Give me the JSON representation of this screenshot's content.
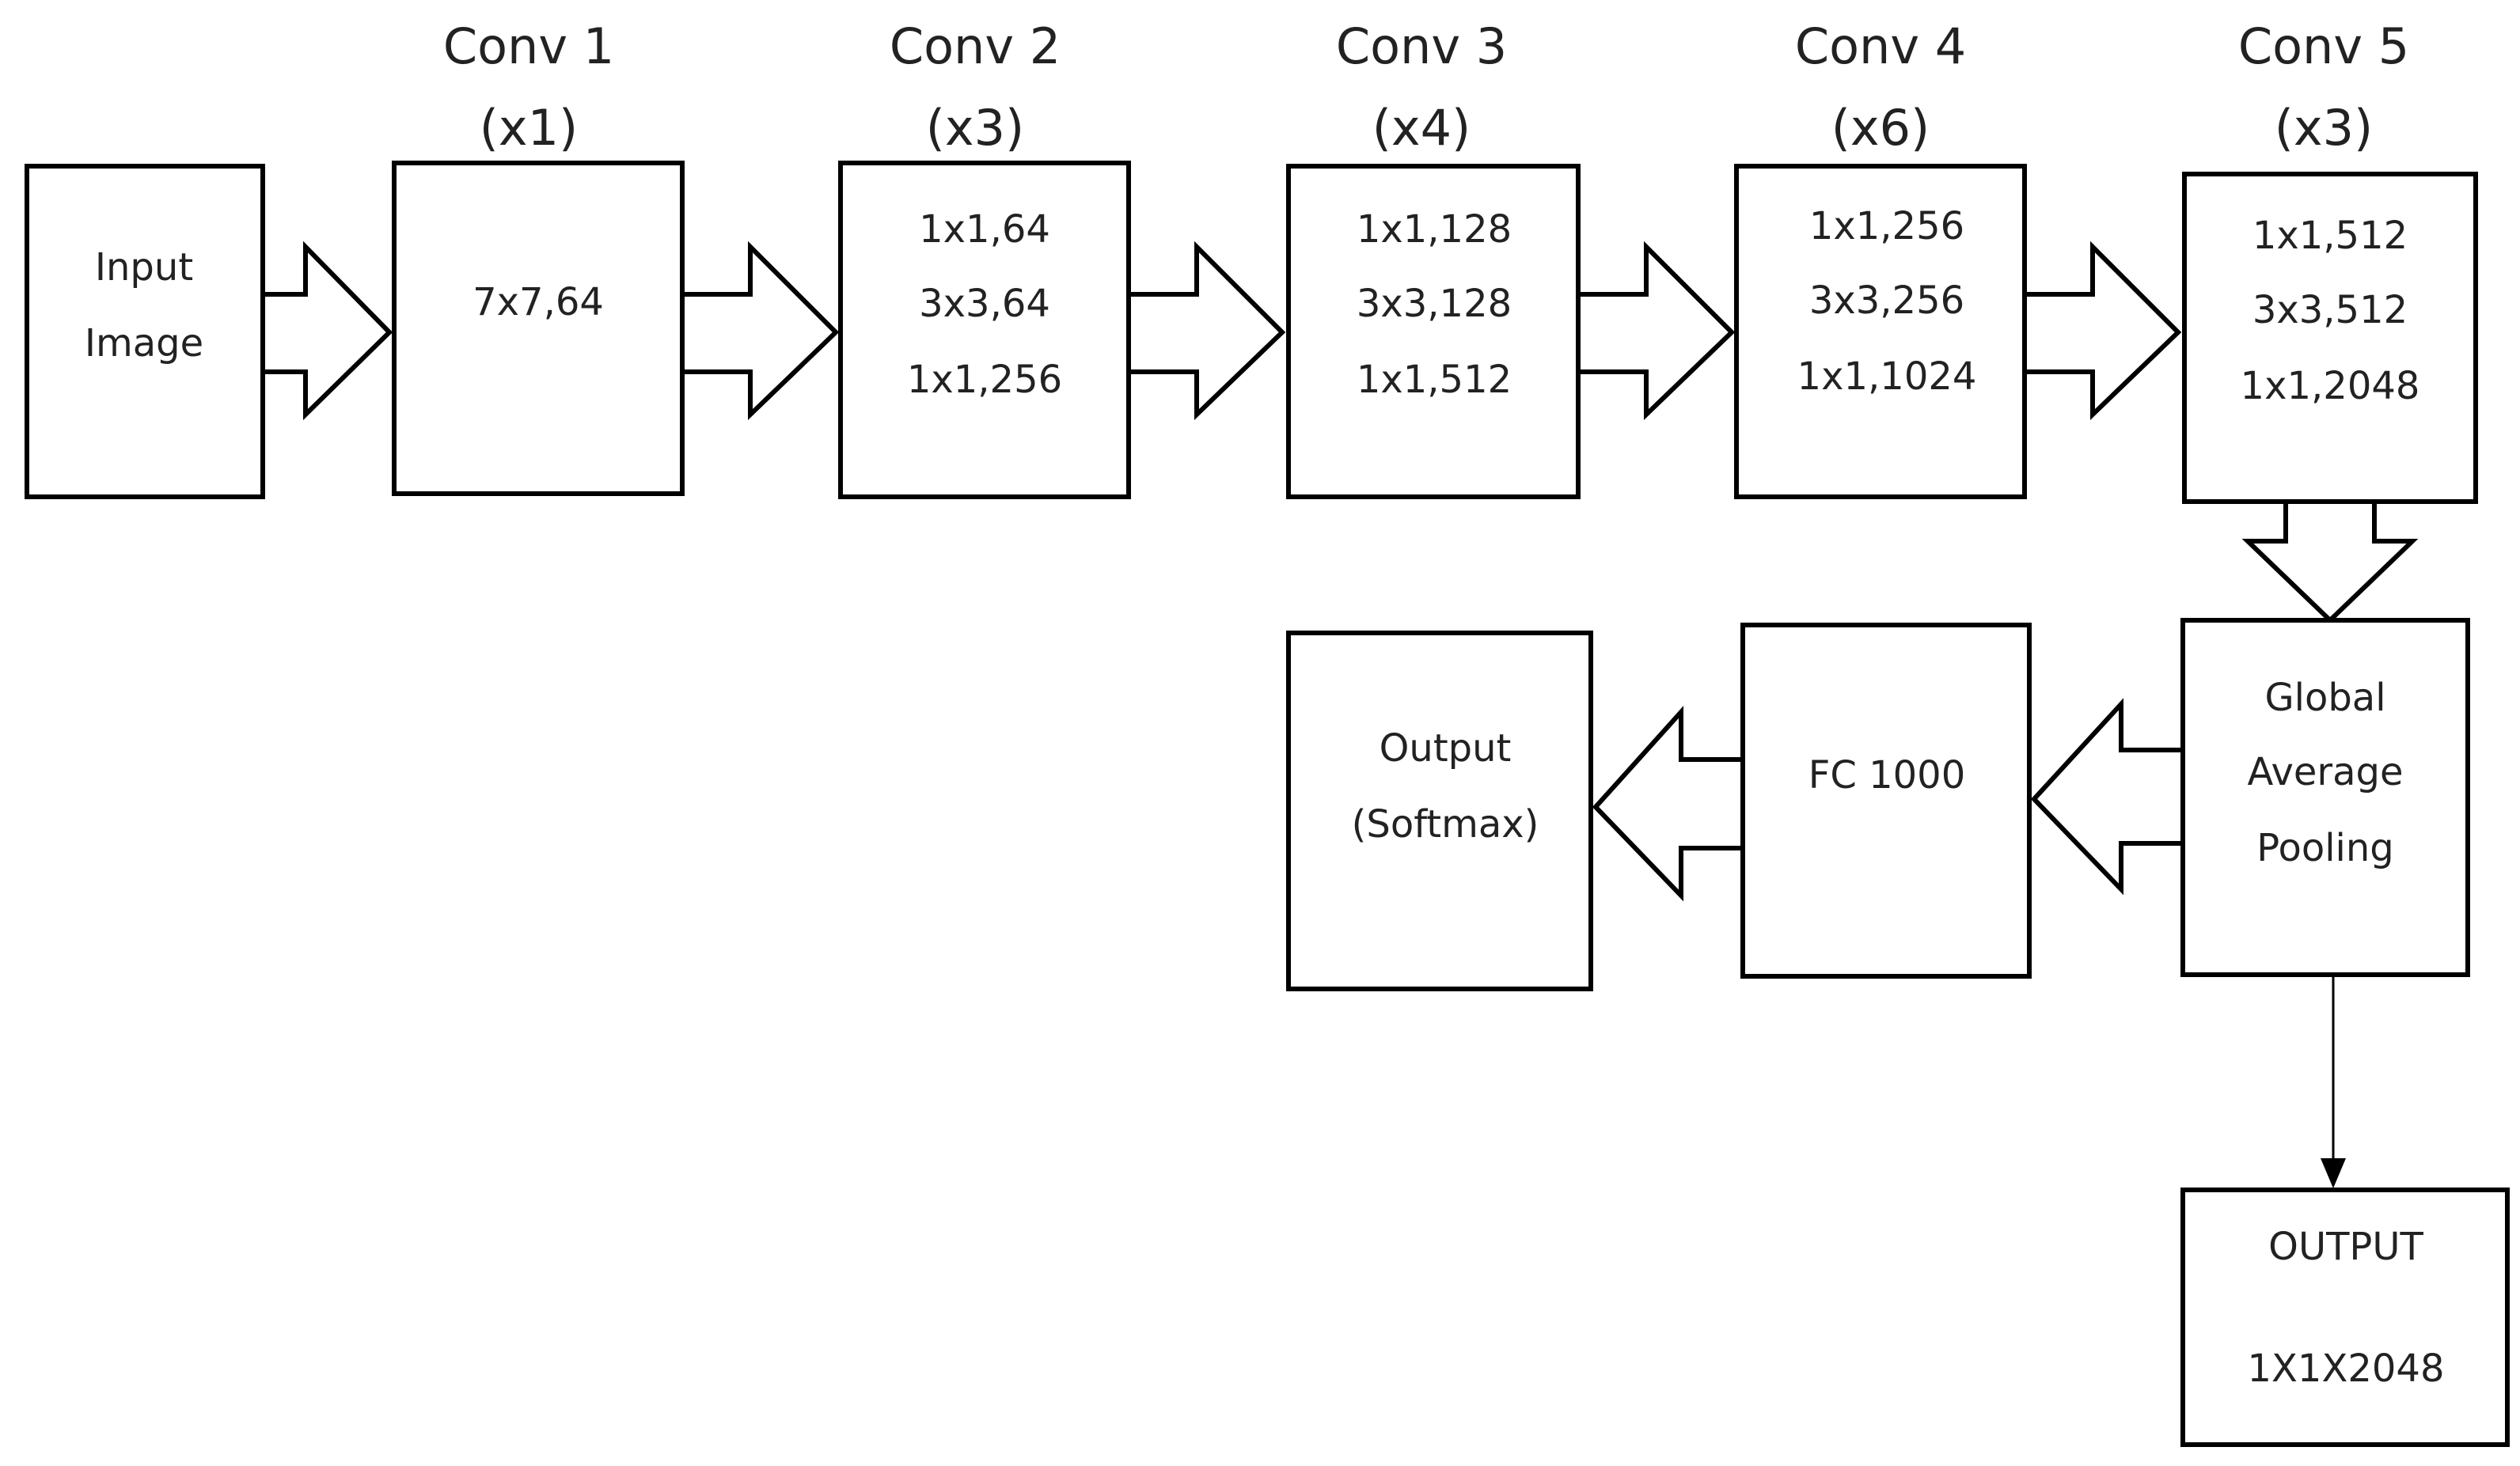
{
  "stages": [
    {
      "title": "Conv 1",
      "repeat": "(x1)",
      "layers": [
        "7x7,64"
      ]
    },
    {
      "title": "Conv 2",
      "repeat": "(x3)",
      "layers": [
        "1x1,64",
        "3x3,64",
        "1x1,256"
      ]
    },
    {
      "title": "Conv 3",
      "repeat": "(x4)",
      "layers": [
        "1x1,128",
        "3x3,128",
        "1x1,512"
      ]
    },
    {
      "title": "Conv 4",
      "repeat": "(x6)",
      "layers": [
        "1x1,256",
        "3x3,256",
        "1x1,1024"
      ]
    },
    {
      "title": "Conv 5",
      "repeat": "(x3)",
      "layers": [
        "1x1,512",
        "3x3,512",
        "1x1,2048"
      ]
    }
  ],
  "input": {
    "lines": [
      "Input",
      "Image"
    ]
  },
  "pooling": {
    "lines": [
      "Global",
      "Average",
      "Pooling"
    ]
  },
  "fc": {
    "label": "FC 1000"
  },
  "softmax": {
    "lines": [
      "Output",
      "(Softmax)"
    ]
  },
  "output": {
    "title": "OUTPUT",
    "shape": "1X1X2048"
  }
}
